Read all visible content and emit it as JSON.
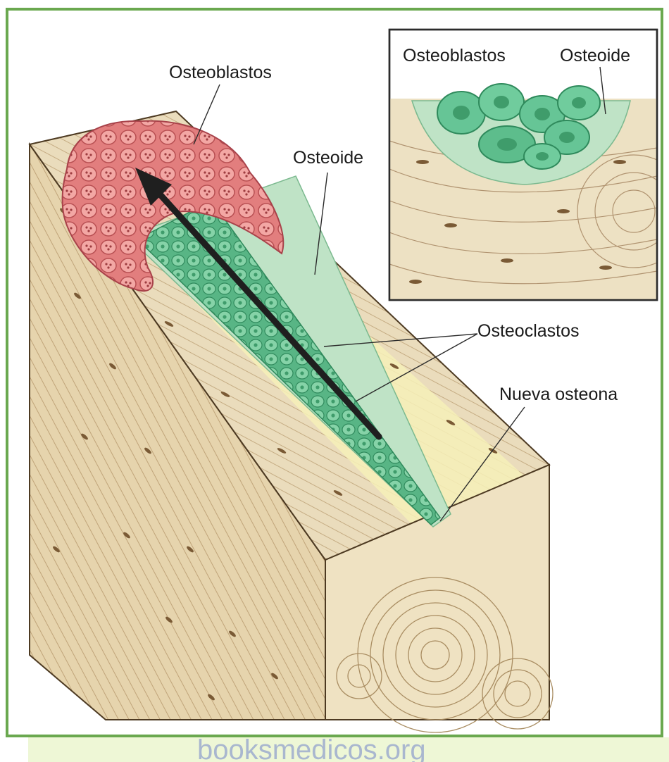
{
  "labels": {
    "osteoblastos_main": "Osteoblastos",
    "osteoide_main": "Osteoide",
    "osteoclastos": "Osteoclastos",
    "nueva_osteona": "Nueva osteona",
    "inset_osteoblastos": "Osteoblastos",
    "inset_osteoide": "Osteoide"
  },
  "watermark": "booksmedicos.org",
  "colors": {
    "frame_green": "#6aa84f",
    "bone_light": "#efe3c4",
    "bone_side": "#e2cfa6",
    "bone_yellow": "#f6f0b8",
    "osteoclast_pink": "#e17d7d",
    "osteoid_green": "#66c596",
    "osteoid_pale": "#bfe3c6",
    "lacuna_brown": "#7a5a35",
    "arrow": "#1f1f1f",
    "watermark_band": "#eef7d6"
  }
}
